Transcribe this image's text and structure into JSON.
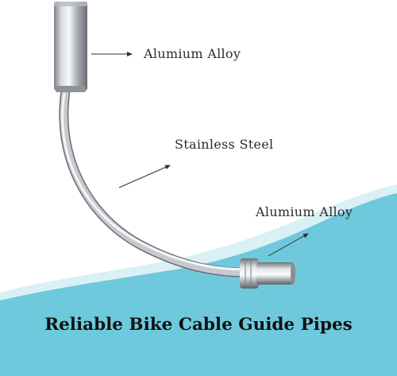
{
  "labels": {
    "top": "Alumium Alloy",
    "middle": "Stainless Steel",
    "lower": "Alumium Alloy"
  },
  "title": "Reliable Bike Cable Guide Pipes",
  "colors": {
    "wave": "#6ec9dc",
    "wave_light": "#bfe7ef",
    "background": "#ffffff",
    "text": "#2b2b2b",
    "title": "#111111"
  }
}
